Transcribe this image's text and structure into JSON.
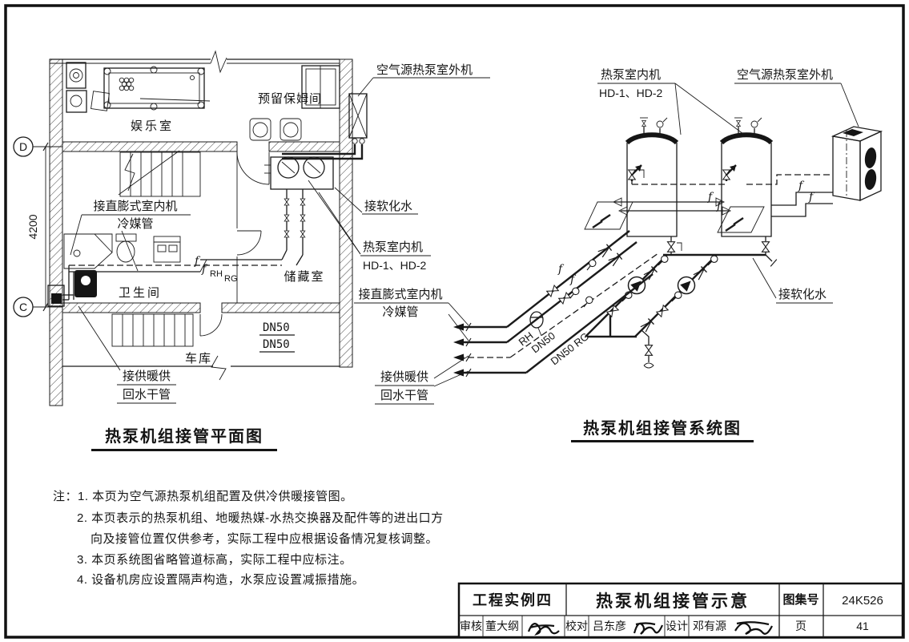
{
  "plan": {
    "title": "热泵机组接管平面图",
    "grid": {
      "top": "D",
      "bottom": "C",
      "dim": "4200"
    },
    "rooms": {
      "entertainment": "娱乐室",
      "nanny": "预留保姆间",
      "bath": "卫生间",
      "storage": "储藏室",
      "garage": "车库"
    },
    "labels": {
      "outdoor": "空气源热泵室外机",
      "soft": "接软化水",
      "indoor1": "热泵室内机",
      "indoor2": "HD-1、HD-2",
      "dx1": "接直膨式室内机",
      "dx2": "冷媒管",
      "heat1": "接供暖供",
      "heat2": "回水干管",
      "dn50a": "DN50",
      "dn50b": "DN50",
      "f": "f",
      "rh": "RH",
      "rg": "RG"
    }
  },
  "system": {
    "title": "热泵机组接管系统图",
    "labels": {
      "indoor1": "热泵室内机",
      "indoor2": "HD-1、HD-2",
      "outdoor": "空气源热泵室外机",
      "soft": "接软化水",
      "dx1": "接直膨式室内机",
      "dx2": "冷媒管",
      "heat1": "接供暖供",
      "heat2": "回水干管",
      "f": "f",
      "rh": "RH",
      "dn50": "DN50",
      "dn50rg": "DN50 RG"
    }
  },
  "notes": {
    "n1": "注：1. 本页为空气源热泵机组配置及供冷供暖接管图。",
    "n2a": "2. 本页表示的热泵机组、地暖热媒-水热交换器及配件等的进出口方",
    "n2b": "向及接管位置仅供参考，实际工程中应根据设备情况复核调整。",
    "n3": "3. 本页系统图省略管道标高，实际工程中应标注。",
    "n4": "4. 设备机房应设置隔声构造，水泵应设置减振措施。"
  },
  "titleblock": {
    "project": "工程实例四",
    "title": "热泵机组接管示意",
    "atlas_label": "图集号",
    "atlas_no": "24K526",
    "review_label": "审核",
    "review_name": "董大纲",
    "proof_label": "校对",
    "proof_name": "吕东彦",
    "design_label": "设计",
    "design_name": "邓有源",
    "page_label": "页",
    "page_no": "41"
  }
}
